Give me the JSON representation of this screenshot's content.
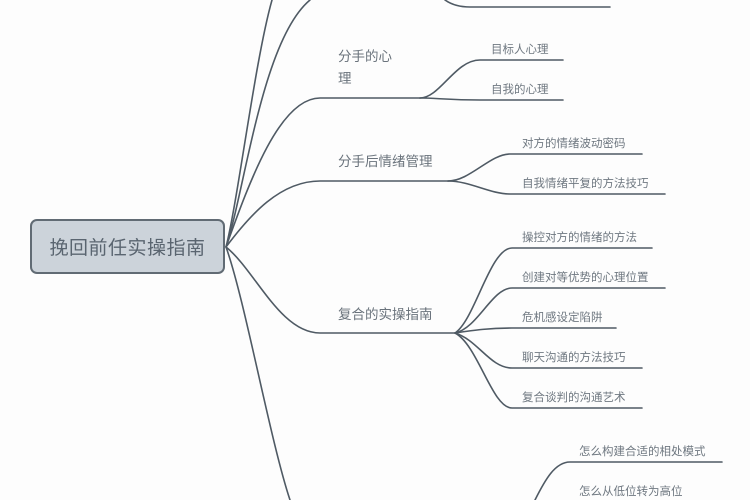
{
  "mindmap": {
    "root": {
      "label": "挽回前任实操指南",
      "fill": "#ccd3da",
      "border": "#616b74"
    },
    "line_color": "#4f5a64",
    "branches": [
      {
        "label": "分手的心理",
        "children": [
          "目标人心理",
          "自我的心理"
        ]
      },
      {
        "label": "分手后情绪管理",
        "children": [
          "对方的情绪波动密码",
          "自我情绪平复的方法技巧"
        ]
      },
      {
        "label": "复合的实操指南",
        "children": [
          "操控对方的情绪的方法",
          "创建对等优势的心理位置",
          "危机感设定陷阱",
          "聊天沟通的方法技巧",
          "复合谈判的沟通艺术"
        ]
      },
      {
        "label": "",
        "children": [
          "怎么构建合适的相处模式",
          "怎么从低位转为高位"
        ]
      }
    ]
  }
}
